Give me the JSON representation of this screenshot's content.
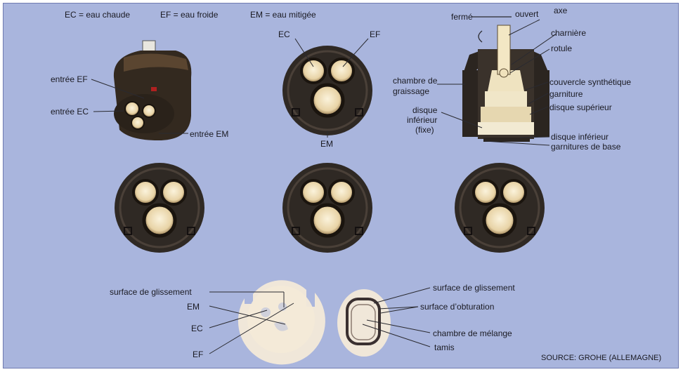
{
  "legend": {
    "ec": "EC = eau chaude",
    "ef": "EF = eau froide",
    "em": "EM = eau mitigée"
  },
  "cartridge": {
    "inlet_ef": "entrée EF",
    "inlet_ec": "entrée EC",
    "inlet_em": "entrée EM"
  },
  "top_disc": {
    "ec": "EC",
    "ef": "EF",
    "em": "EM"
  },
  "section": {
    "ferme": "fermé",
    "ouvert": "ouvert",
    "axe": "axe",
    "charniere": "charnière",
    "rotule": "rotule",
    "chambre1": "chambre de",
    "chambre2": "graissage",
    "couvercle": "couvercle synthétique",
    "garniture": "garniture",
    "disque_sup": "disque supérieur",
    "disque_inf1": "disque",
    "disque_inf2": "inférieur",
    "disque_inf3": "(fixe)",
    "disque_inf_r": "disque inférieur",
    "garnitures_base": "garnitures de base"
  },
  "lower_disc": {
    "surface": "surface de glissement",
    "em": "EM",
    "ec": "EC",
    "ef": "EF"
  },
  "upper_disc": {
    "surface": "surface de glissement",
    "obturation": "surface d’obturation",
    "melange": "chambre de mélange",
    "tamis": "tamis"
  },
  "source": "SOURCE: GROHE (ALLEMAGNE)",
  "colors": {
    "background": "#a9b5dd",
    "body_dark": "#2e2a26",
    "ceramic": "#f4ecd6",
    "leader": "#2a2a30"
  }
}
